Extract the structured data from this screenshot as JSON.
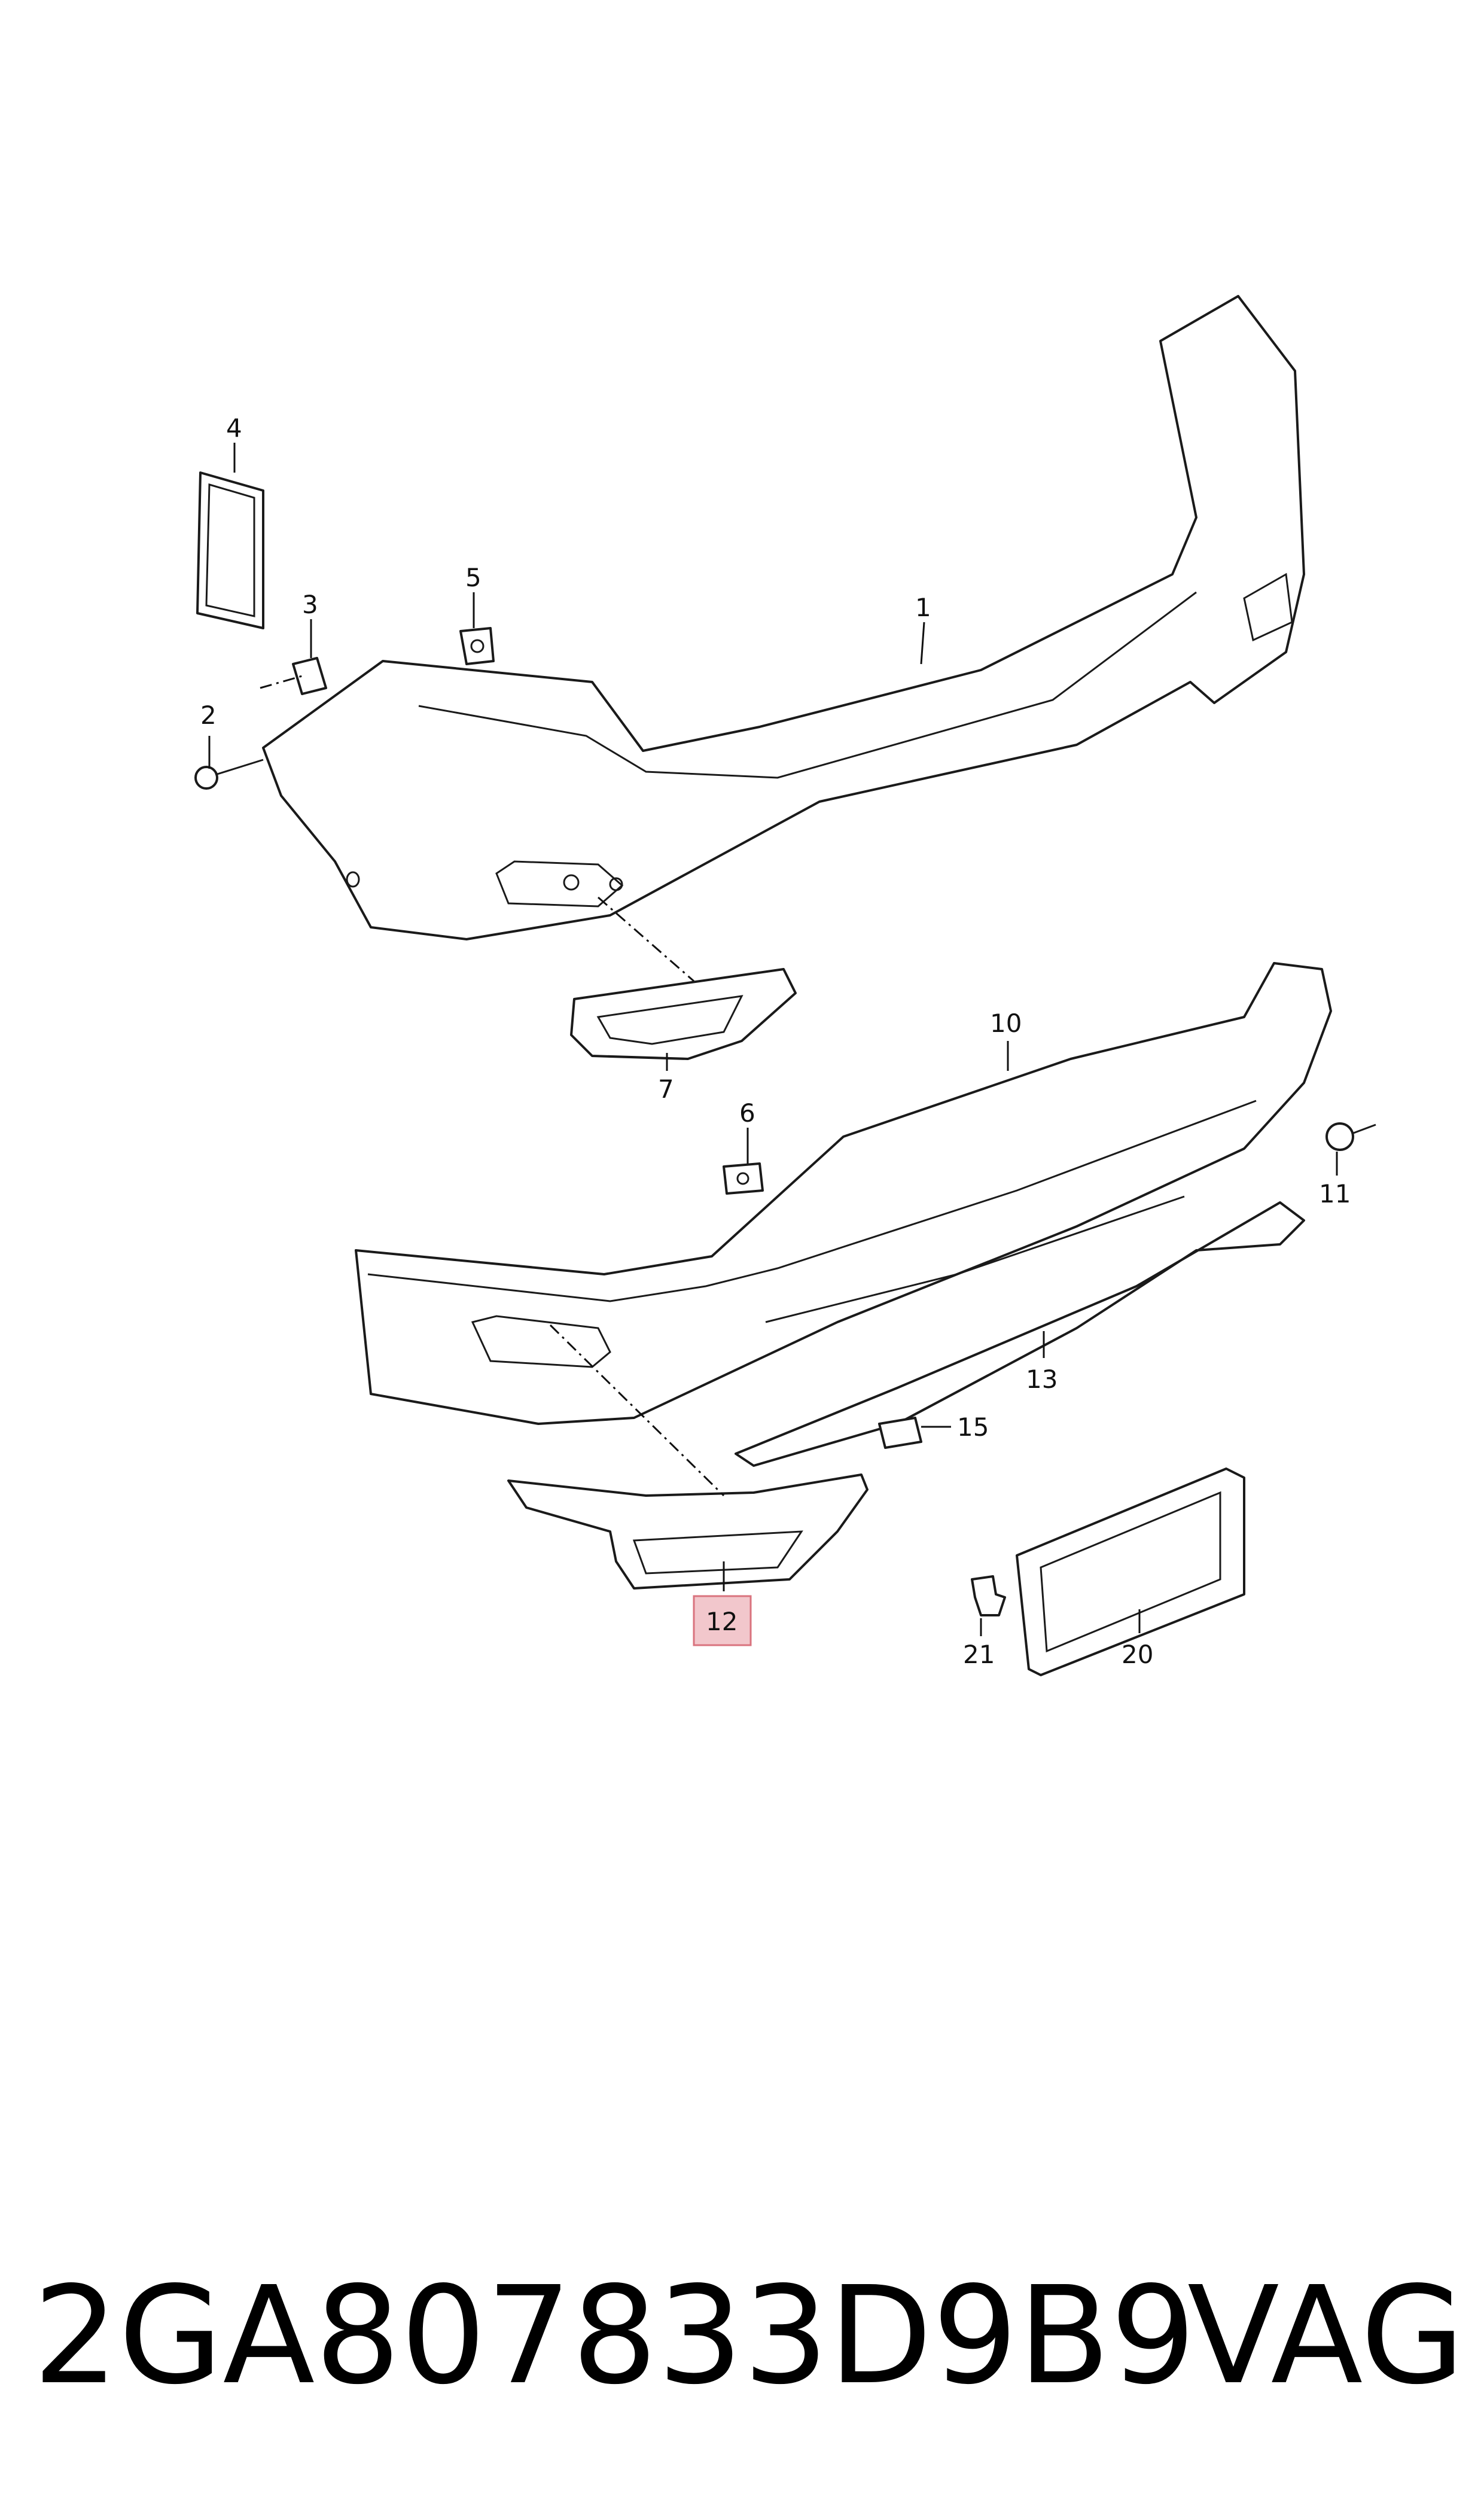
{
  "diagram": {
    "callouts": [
      "1",
      "2",
      "3",
      "4",
      "5",
      "6",
      "7",
      "10",
      "11",
      "12",
      "13",
      "15",
      "20",
      "21"
    ],
    "highlighted_callout": "12",
    "highlight_color": "#f2c7cc",
    "highlight_border_color": "#d9737e"
  },
  "footer": {
    "part_number": "2GA807833D9B9",
    "brand": "VAG"
  }
}
